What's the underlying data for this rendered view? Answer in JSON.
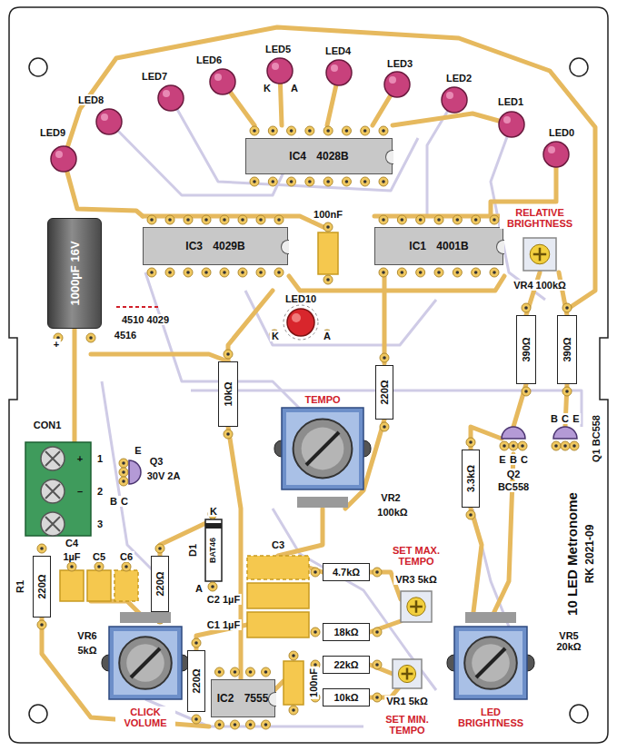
{
  "diagram": {
    "nodes": [
      {
        "text": [
          "IC4 4028B"
        ]
      },
      {
        "text": [
          "1000µF 16V"
        ]
      },
      {
        "text": [
          "IC3 4029B"
        ]
      },
      {
        "text": [
          "IC1 4001B"
        ]
      },
      {
        "text": [
          "390Ω"
        ]
      },
      {
        "text": [
          "390Ω"
        ]
      },
      {
        "text": [
          "10kΩ"
        ]
      },
      {
        "text": [
          "220Ω"
        ]
      },
      {
        "text": [
          "3.3kΩ"
        ]
      },
      {
        "text": [
          "220Ω"
        ]
      },
      {
        "text": [
          "220Ω"
        ]
      },
      {
        "text": [
          "4.7kΩ"
        ]
      },
      {
        "text": [
          "18kΩ"
        ]
      },
      {
        "text": [
          "220Ω"
        ]
      },
      {
        "text": [
          "22kΩ"
        ]
      },
      {
        "text": [
          "IC2 7555"
        ]
      },
      {
        "text": [
          "10kΩ"
        ]
      }
    ],
    "labels": [
      "LED9",
      "LED8",
      "LED7",
      "LED6",
      "LED5",
      "K",
      "A",
      "LED4",
      "LED3",
      "LED2",
      "LED1",
      "LED0",
      "RELATIVE BRIGHTNESS",
      "100nF",
      "VR4 100kΩ",
      "LED10",
      "K",
      "A",
      "4510 4029",
      "4516",
      "+",
      "CON1",
      "+",
      "1",
      "–",
      "2",
      "3",
      "B",
      "C",
      "E",
      "Q3",
      "30V 2A",
      "TEMPO",
      "VR2",
      "100kΩ",
      "B",
      "C",
      "E",
      "E",
      "B",
      "C",
      "Q2",
      "BC558",
      "Q1 BC558",
      "C4",
      "1µF",
      "C5",
      "C6",
      "R1",
      "K",
      "D1",
      "BAT46",
      "A",
      "C2 1µF",
      "C1 1µF",
      "C3",
      "SET MAX. TEMPO",
      "VR3 5kΩ",
      "VR6",
      "5kΩ",
      "VR5 20kΩ",
      "CLICK VOLUME",
      "VR1 5kΩ",
      "SET MIN. TEMPO",
      "LED BRIGHTNESS",
      "100nF",
      "10 LED Metronome",
      "RK 2021-09"
    ]
  }
}
